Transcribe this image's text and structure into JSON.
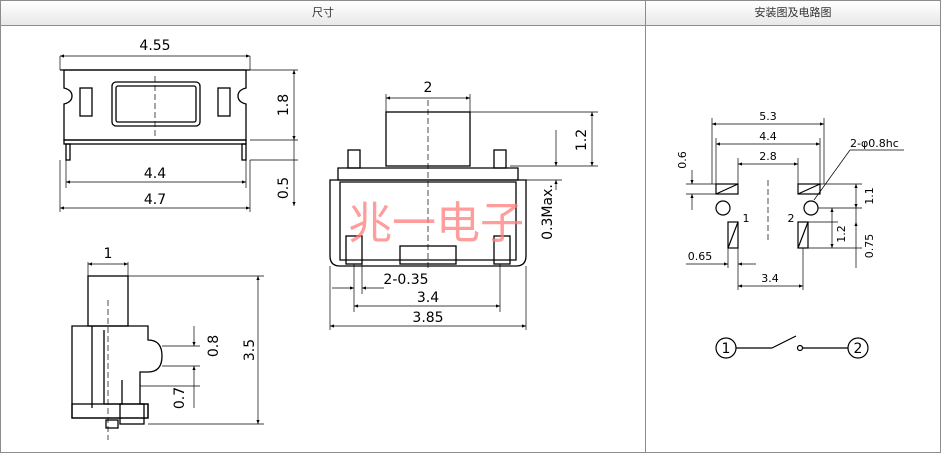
{
  "header": {
    "dimensions_title": "尺寸",
    "install_title": "安装图及电路图"
  },
  "watermark": "兆一电子",
  "top_view": {
    "overall_width": "4.55",
    "inner_width": "4.4",
    "base_width": "4.7",
    "height": "1.8",
    "lead_height": "0.5"
  },
  "front_view": {
    "actuator_width": "2",
    "actuator_height": "1.2",
    "lead_max": "0.3Max.",
    "lead_width": "2-0.35",
    "lead_pitch": "3.4",
    "body_width": "3.85"
  },
  "side_view": {
    "actuator_thickness": "1",
    "total_height": "3.5",
    "slot_height": "0.8",
    "lead_offset": "0.7"
  },
  "footprint": {
    "outer_span": "5.3",
    "mid_span": "4.4",
    "inner_span": "2.8",
    "hole_label": "2-φ0.8hc",
    "pad_height": "0.6",
    "pad_to_hole": "1.1",
    "row_offset": "1.2",
    "pad_length": "0.75",
    "pad_width": "0.65",
    "pitch": "3.4",
    "pin1": "1",
    "pin2": "2"
  },
  "circuit": {
    "node1": "1",
    "node2": "2"
  }
}
